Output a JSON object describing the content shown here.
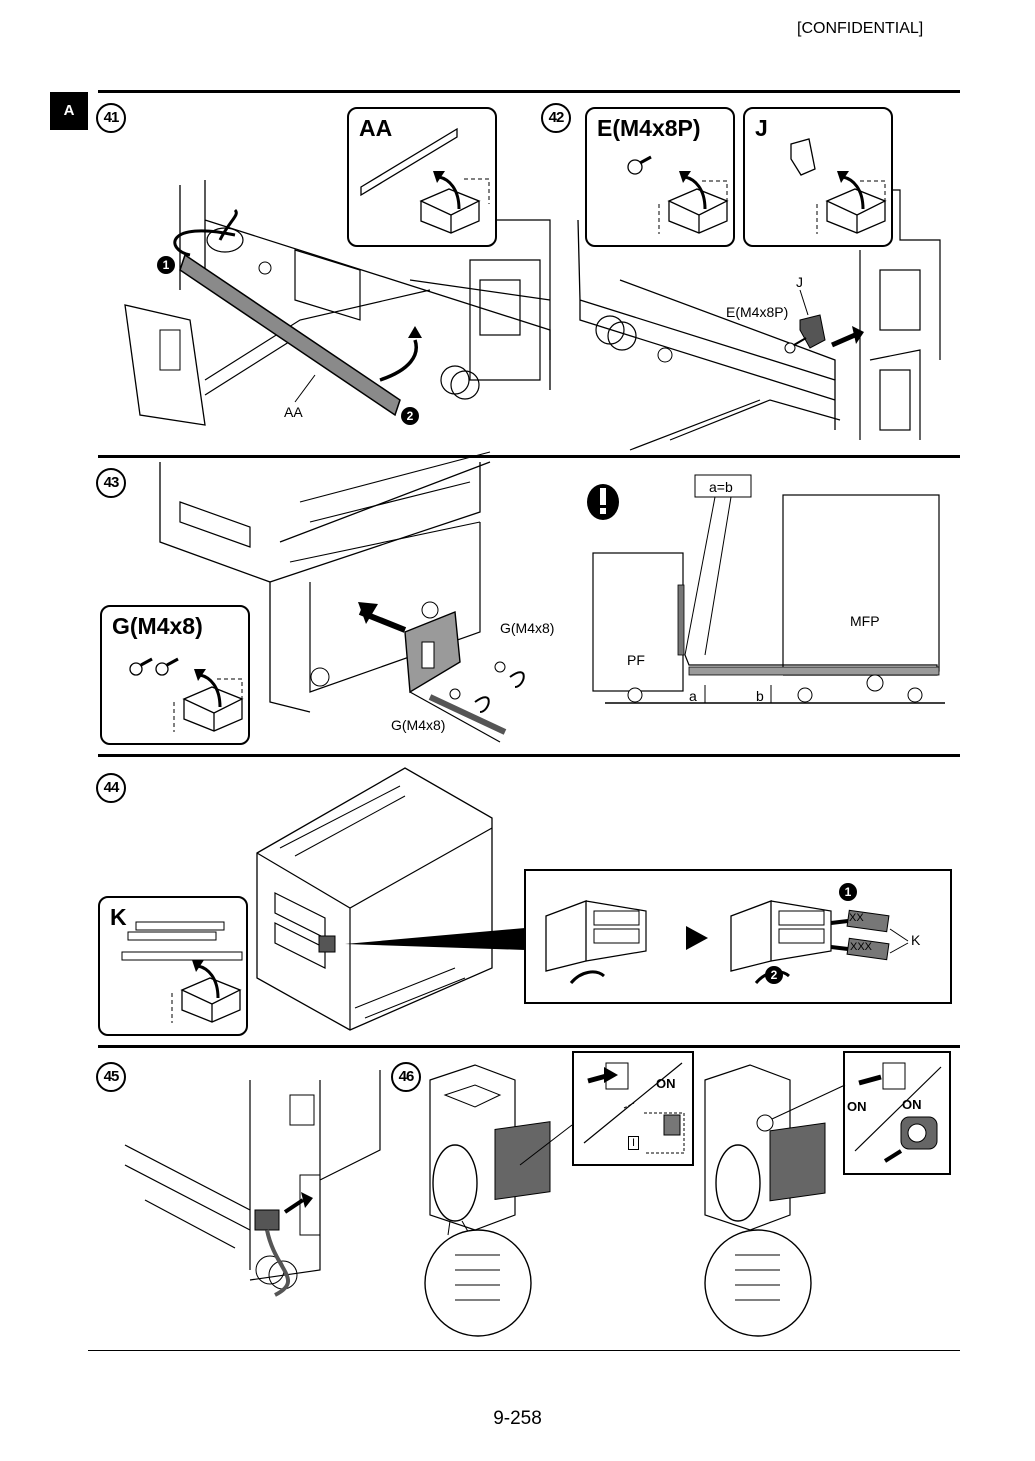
{
  "header": {
    "confidential": "[CONFIDENTIAL]",
    "section_tab": "A"
  },
  "steps": {
    "s41": {
      "number": "41",
      "callout_title": "AA",
      "label_part": "AA",
      "badge1": "1",
      "badge2": "2"
    },
    "s42": {
      "number": "42",
      "callout_e_title": "E(M4x8P)",
      "callout_j_title": "J",
      "label_j": "J",
      "label_e": "E(M4x8P)"
    },
    "s43": {
      "number": "43",
      "callout_title": "G(M4x8)",
      "label_g_top": "G(M4x8)",
      "label_g_bottom": "G(M4x8)",
      "diagram": {
        "eq": "a=b",
        "pf": "PF",
        "mfp": "MFP",
        "a": "a",
        "b": "b"
      }
    },
    "s44": {
      "number": "44",
      "callout_title": "K",
      "label_k": "K",
      "plate1": "XX",
      "plate2": "XXX",
      "badge1": "1",
      "badge2": "2"
    },
    "s45": {
      "number": "45"
    },
    "s46": {
      "number": "46",
      "on1": "ON",
      "on2": "ON",
      "on3": "ON",
      "switch_mark": "I"
    }
  },
  "footer": {
    "page_number": "9-258"
  }
}
